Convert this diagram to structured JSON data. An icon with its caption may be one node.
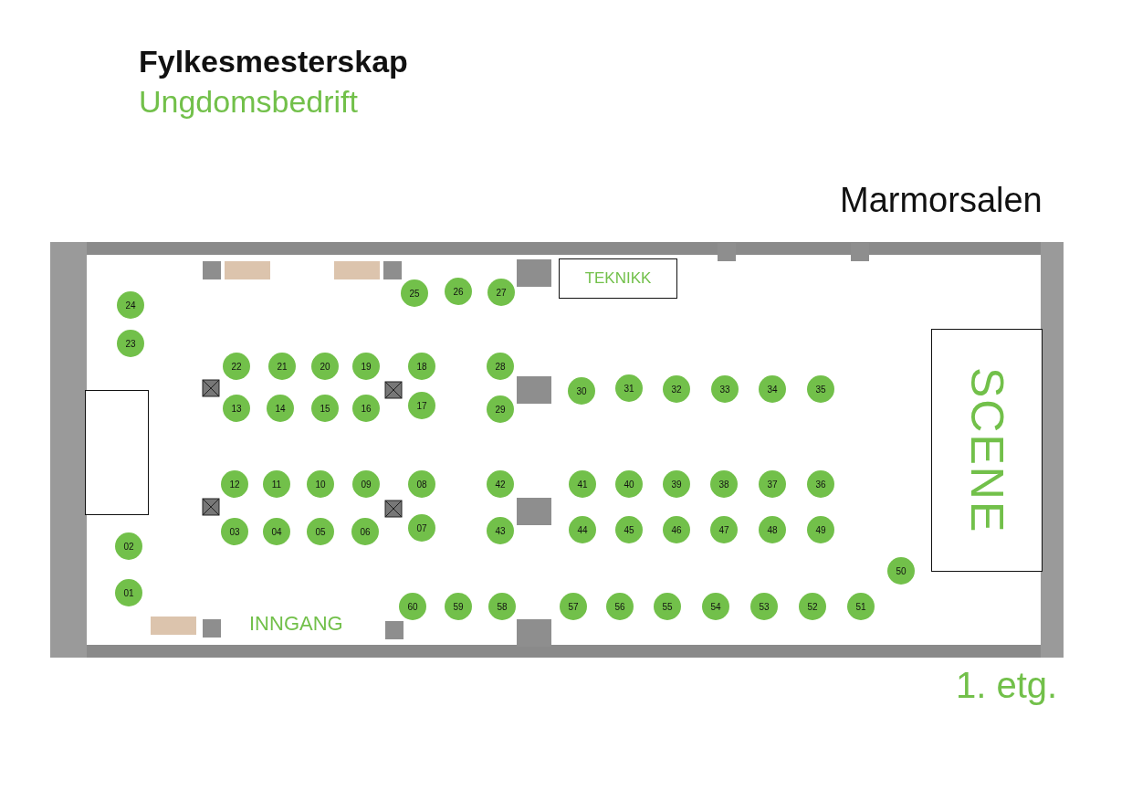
{
  "diagram": {
    "title": "Fylkesmesterskap",
    "nodes": [
      {
        "text": [
          "TEKNIKK"
        ]
      },
      {
        "text": [
          "25"
        ]
      },
      {
        "text": [
          "26"
        ]
      },
      {
        "text": [
          "27"
        ]
      },
      {
        "text": [
          "24"
        ]
      },
      {
        "text": [
          "23"
        ]
      },
      {
        "text": [
          "22"
        ]
      },
      {
        "text": [
          "21"
        ]
      },
      {
        "text": [
          "20"
        ]
      },
      {
        "text": [
          "19"
        ]
      },
      {
        "text": [
          "18"
        ]
      },
      {
        "text": [
          "28"
        ]
      },
      {
        "text": [
          "30"
        ]
      },
      {
        "text": [
          "31"
        ]
      },
      {
        "text": [
          "32"
        ]
      },
      {
        "text": [
          "33"
        ]
      },
      {
        "text": [
          "34"
        ]
      },
      {
        "text": [
          "35"
        ]
      },
      {
        "text": [
          "SCENE"
        ]
      },
      {
        "text": [
          "13"
        ]
      },
      {
        "text": [
          "14"
        ]
      },
      {
        "text": [
          "15"
        ]
      },
      {
        "text": [
          "16"
        ]
      },
      {
        "text": [
          "17"
        ]
      },
      {
        "text": [
          "29"
        ]
      },
      {
        "text": [],
        "shape": "box"
      },
      {
        "text": [
          "12"
        ]
      },
      {
        "text": [
          "11"
        ]
      },
      {
        "text": [
          "10"
        ]
      },
      {
        "text": [
          "09"
        ]
      },
      {
        "text": [
          "08"
        ]
      },
      {
        "text": [
          "42"
        ]
      },
      {
        "text": [
          "41"
        ]
      },
      {
        "text": [
          "40"
        ]
      },
      {
        "text": [
          "39"
        ]
      },
      {
        "text": [
          "38"
        ]
      },
      {
        "text": [
          "37"
        ]
      },
      {
        "text": [
          "36"
        ]
      },
      {
        "text": [
          "03"
        ]
      },
      {
        "text": [
          "04"
        ]
      },
      {
        "text": [
          "05"
        ]
      },
      {
        "text": [
          "06"
        ]
      },
      {
        "text": [
          "07"
        ]
      },
      {
        "text": [
          "43"
        ]
      },
      {
        "text": [
          "44"
        ]
      },
      {
        "text": [
          "45"
        ]
      },
      {
        "text": [
          "46"
        ]
      },
      {
        "text": [
          "47"
        ]
      },
      {
        "text": [
          "48"
        ]
      },
      {
        "text": [
          "49"
        ]
      },
      {
        "text": [
          "02"
        ]
      },
      {
        "text": [
          "50"
        ]
      },
      {
        "text": [
          "01"
        ]
      },
      {
        "text": [
          "60"
        ]
      },
      {
        "text": [
          "59"
        ]
      },
      {
        "text": [
          "58"
        ]
      },
      {
        "text": [
          "57"
        ]
      },
      {
        "text": [
          "56"
        ]
      },
      {
        "text": [
          "55"
        ]
      },
      {
        "text": [
          "54"
        ]
      },
      {
        "text": [
          "53"
        ]
      },
      {
        "text": [
          "52"
        ]
      },
      {
        "text": [
          "51"
        ]
      }
    ],
    "labels": [
      "Ungdomsbedrift",
      "Marmorsalen",
      "INNGANG",
      "1. etg."
    ]
  }
}
